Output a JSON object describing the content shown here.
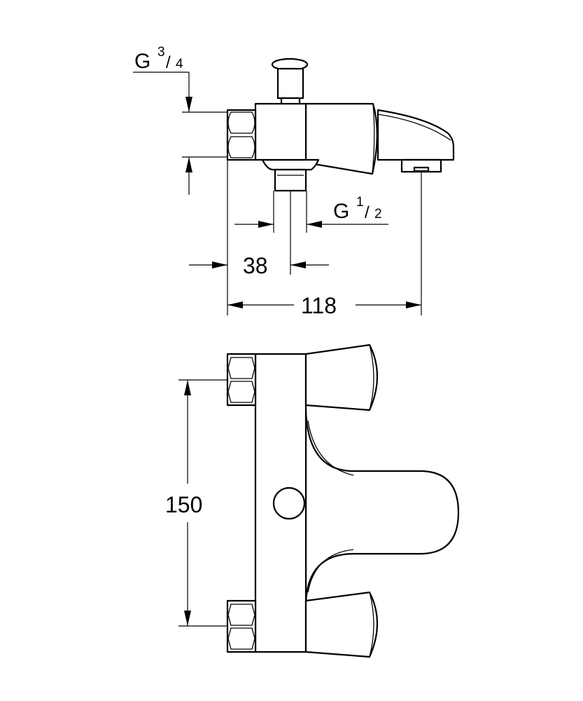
{
  "top_view": {
    "inlet_thread": {
      "g": "G",
      "num": "3",
      "den": "4"
    },
    "outlet_thread": {
      "g": "G",
      "num": "1",
      "den": "2"
    },
    "dim_38": "38",
    "dim_118": "118"
  },
  "front_view": {
    "dim_150": "150"
  }
}
